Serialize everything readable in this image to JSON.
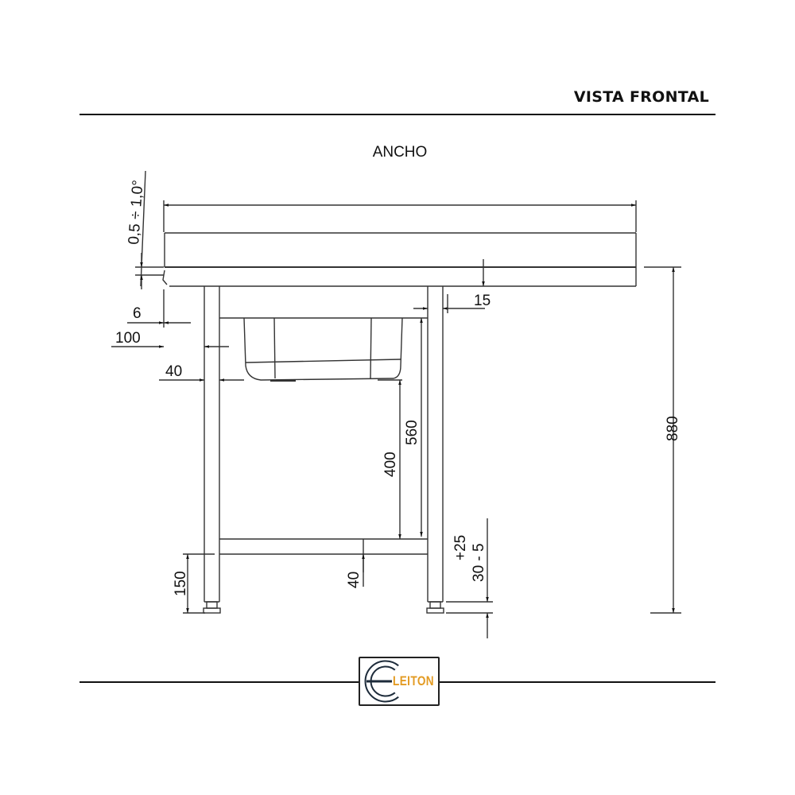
{
  "header": {
    "title": "VISTA FRONTAL"
  },
  "drawing": {
    "width_label": "ANCHO",
    "dimensions": {
      "slope": "0,5 ÷ 1,0°",
      "edge_offset": "6",
      "leg_offset": "100",
      "sink_offset": "40",
      "backsplash_gap": "15",
      "sink_to_shelf": "400",
      "top_to_shelf": "560",
      "total_height": "880",
      "shelf_height": "150",
      "shelf_thickness": "40",
      "foot_adjust_plus": "+25",
      "foot_adjust_base": "30 - 5"
    }
  },
  "footer": {
    "logo_text": "LEITON",
    "logo_color": "#e39b23"
  }
}
